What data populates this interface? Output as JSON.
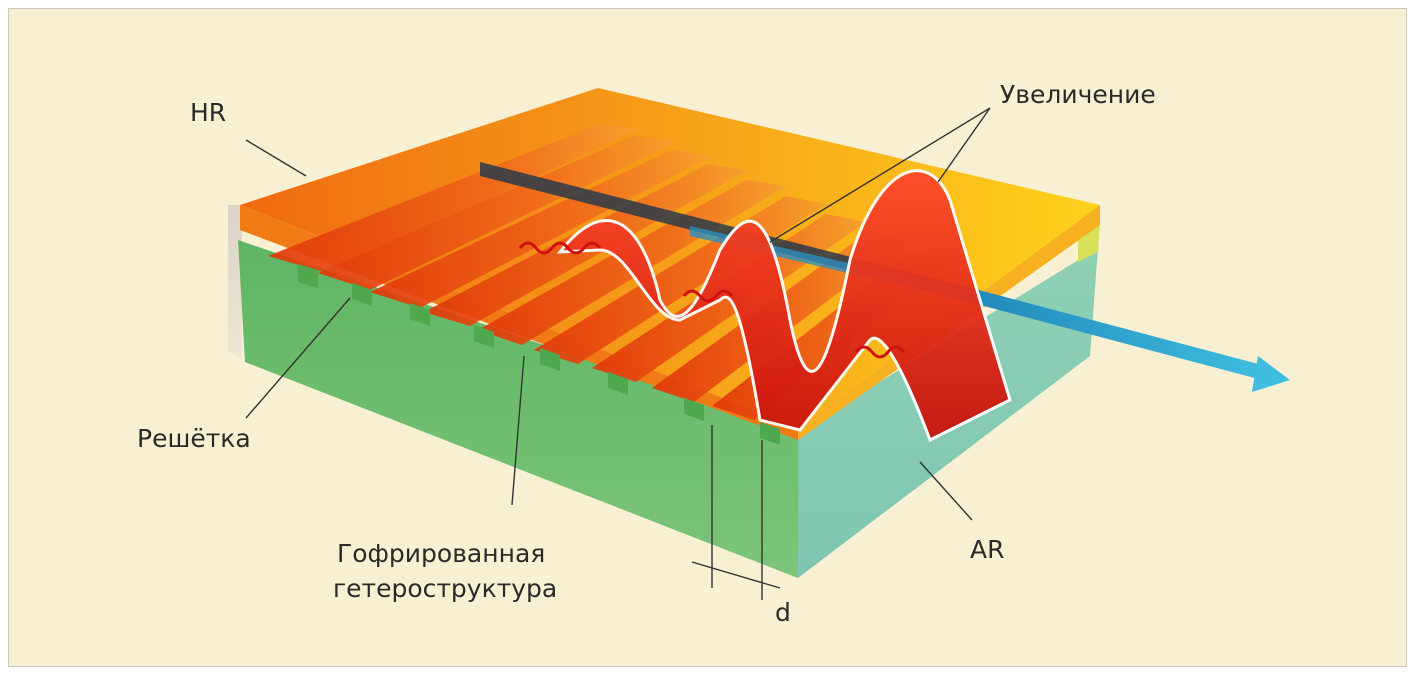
{
  "labels": {
    "hr": "HR",
    "magnification": "Увеличение",
    "grating": "Решётка",
    "corrugated_line1": "Гофрированная",
    "corrugated_line2": "гетероструктура",
    "ar": "AR",
    "period": "d"
  },
  "colors": {
    "background": "#f7f0d3",
    "top_layer": "#f28a14",
    "grating_ridge": "#e8400c",
    "substrate_front": "#6ebd6c",
    "substrate_side": "#86c8b0",
    "wave": "#e01e0e",
    "beam": "#2ea7cf"
  }
}
